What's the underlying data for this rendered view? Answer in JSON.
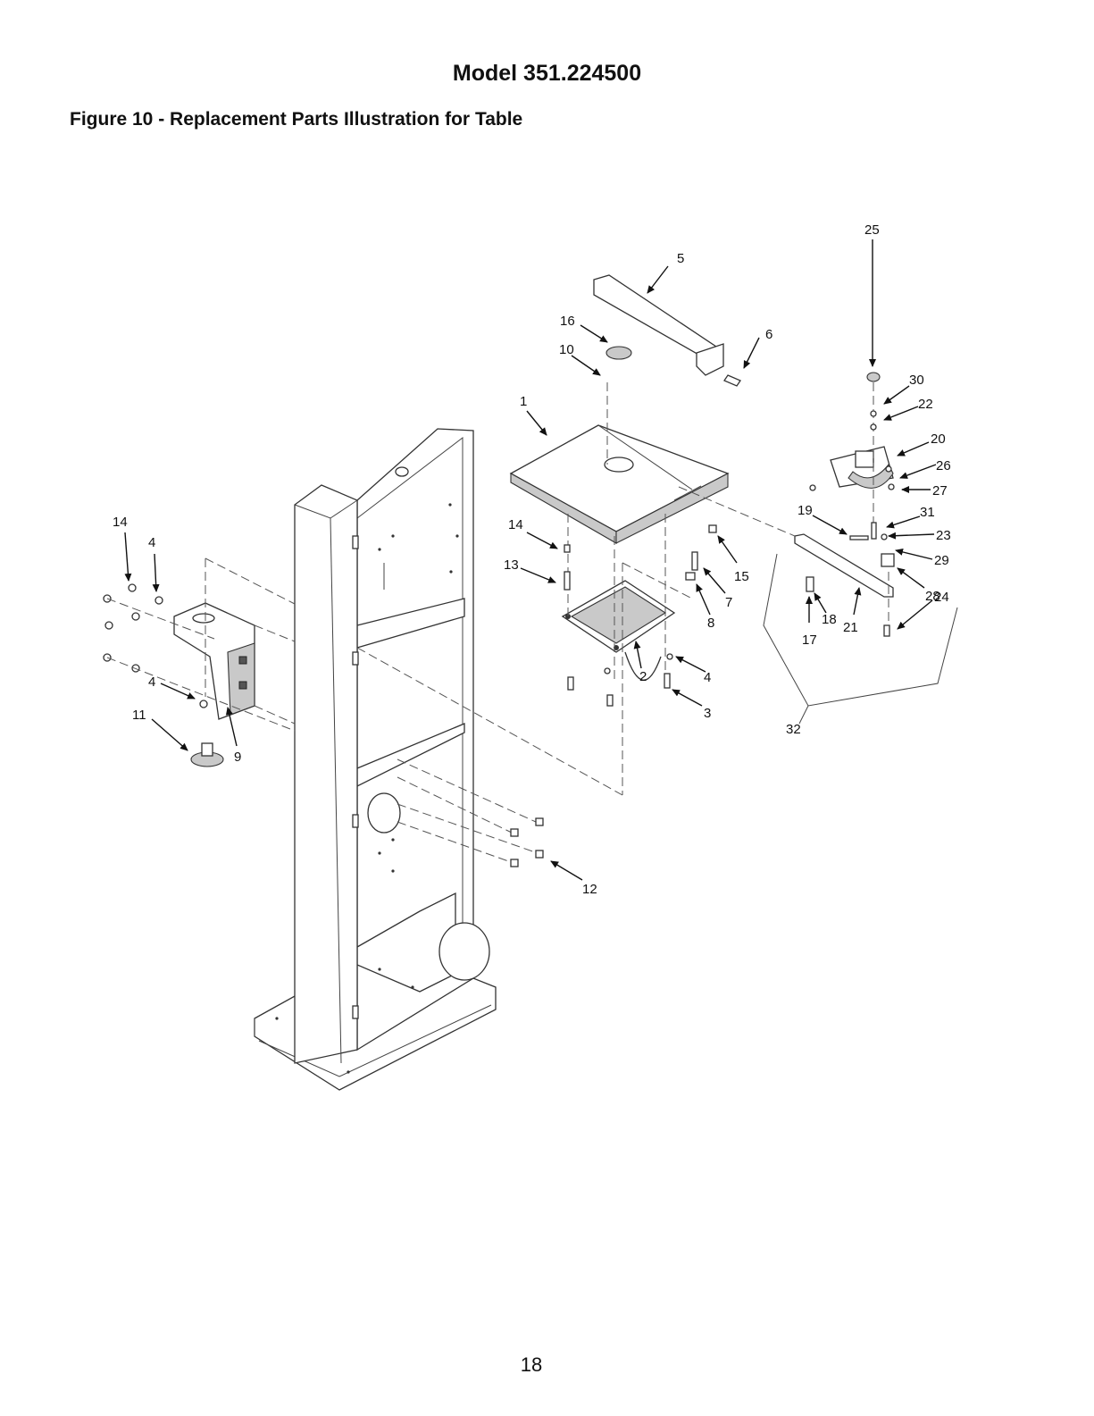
{
  "header": {
    "model": "Model 351.224500",
    "figure_title": "Figure 10 - Replacement Parts Illustration for Table"
  },
  "callouts": [
    "1",
    "2",
    "3",
    "4",
    "4",
    "4",
    "4",
    "5",
    "6",
    "7",
    "8",
    "9",
    "10",
    "11",
    "12",
    "13",
    "14",
    "14",
    "15",
    "16",
    "17",
    "18",
    "19",
    "20",
    "21",
    "22",
    "23",
    "24",
    "25",
    "26",
    "27",
    "28",
    "29",
    "30",
    "31",
    "32"
  ],
  "footer": {
    "page_number": "18"
  }
}
